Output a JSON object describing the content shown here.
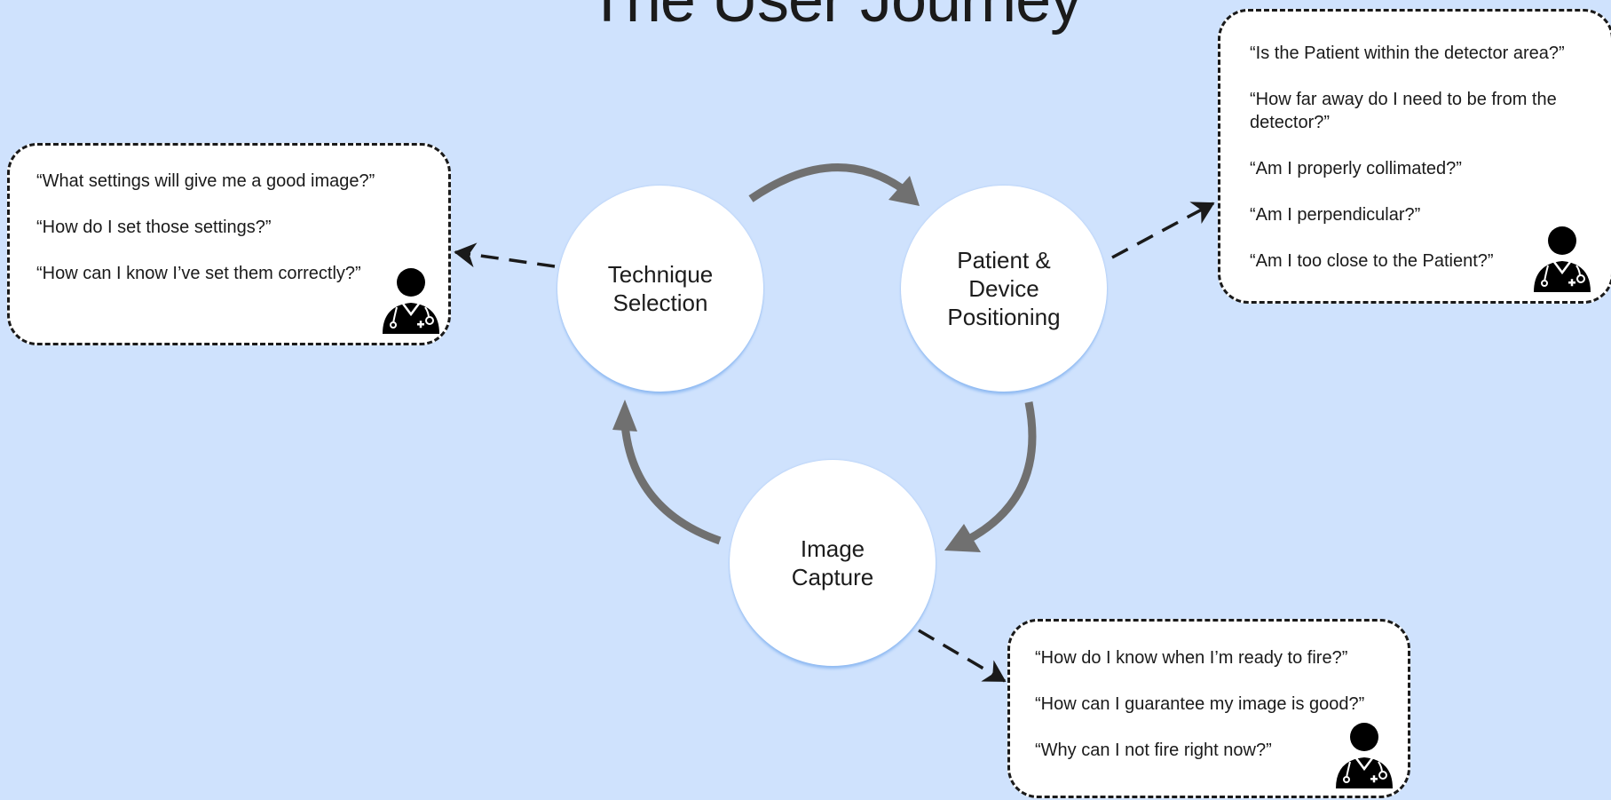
{
  "title": "The User Journey",
  "stages": {
    "technique": {
      "label_line1": "Technique",
      "label_line2": "Selection"
    },
    "positioning": {
      "label_line1": "Patient &",
      "label_line2": "Device",
      "label_line3": "Positioning"
    },
    "capture": {
      "label_line1": "Image",
      "label_line2": "Capture"
    }
  },
  "questions": {
    "technique": [
      "“What settings will give me a good image?”",
      "“How do I set those settings?”",
      "“How can I know I’ve set them correctly?”"
    ],
    "positioning": [
      "“Is the Patient within the detector area?”",
      "“How far away do I need to be from the detector?”",
      "“Am I properly collimated?”",
      "“Am I perpendicular?”",
      "“Am I too close to the Patient?”"
    ],
    "capture": [
      "“How do I know when I’m ready to fire?”",
      "“How can I guarantee my image is good?”",
      "“Why can I not fire right now?”"
    ]
  },
  "icons": {
    "persona": "doctor-icon",
    "cycle_arrow": "curved-arrow",
    "callout_arrow": "dashed-arrow"
  },
  "colors": {
    "background": "#cfe2fd",
    "node_fill": "#ffffff",
    "cycle_arrow": "#707070",
    "callout_border": "#1a1a1a"
  }
}
